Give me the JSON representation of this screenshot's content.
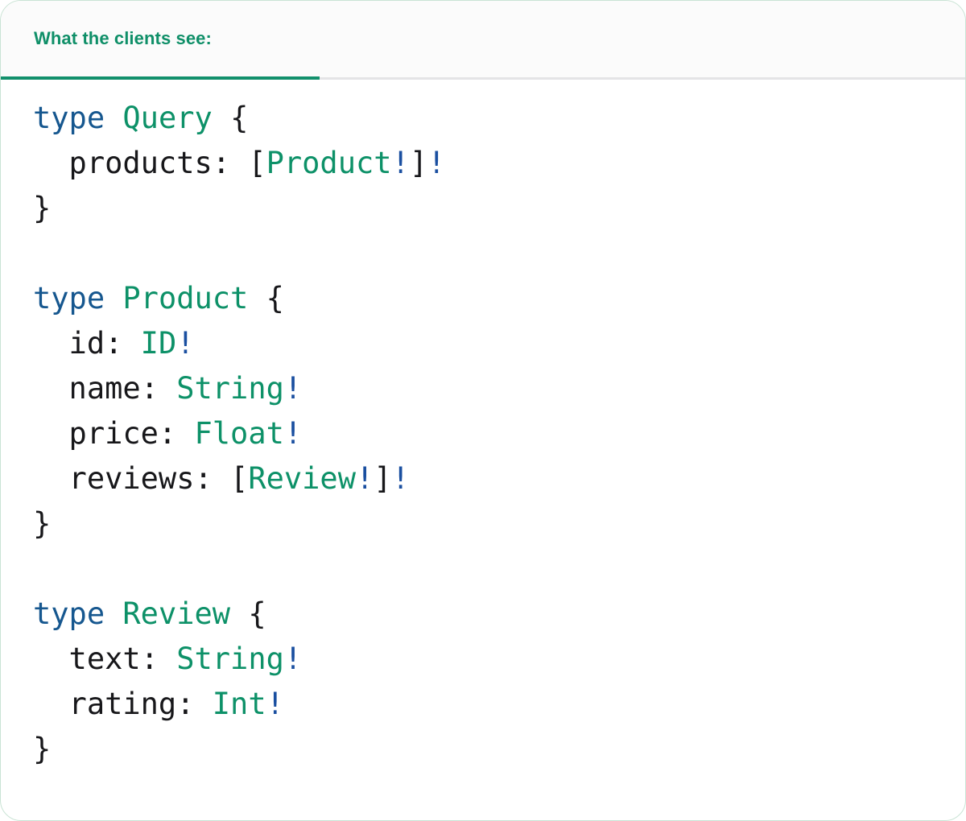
{
  "card": {
    "border_color": "#c9e3d4",
    "background": "#ffffff",
    "corner_radius": "26px"
  },
  "header": {
    "background": "#fbfbfb",
    "divider_color": "#e4e4e6",
    "active_tab": {
      "label": "What the clients see:",
      "underline_color": "#12906c",
      "text_color": "#0f8f68"
    }
  },
  "colors": {
    "keyword": "#16578f",
    "type_name": "#0d9168",
    "field_name": "#17171a",
    "punctuation": "#17171a",
    "non_null": "#1a4fa0"
  },
  "code": {
    "language": "graphql",
    "raw": "type Query {\n  products: [Product!]!\n}\n\ntype Product {\n  id: ID!\n  name: String!\n  price: Float!\n  reviews: [Review!]!\n}\n\ntype Review {\n  text: String!\n  rating: Int!\n}",
    "lines": {
      "l1_kw": "type",
      "l1_name": "Query",
      "l1_brace": "{",
      "l2_field": "  products:",
      "l2_open": "[",
      "l2_type": "Product",
      "l2_bang1": "!",
      "l2_close": "]",
      "l2_bang2": "!",
      "l3_brace": "}",
      "l5_kw": "type",
      "l5_name": "Product",
      "l5_brace": "{",
      "l6_field": "  id:",
      "l6_type": "ID",
      "l6_bang": "!",
      "l7_field": "  name:",
      "l7_type": "String",
      "l7_bang": "!",
      "l8_field": "  price:",
      "l8_type": "Float",
      "l8_bang": "!",
      "l9_field": "  reviews:",
      "l9_open": "[",
      "l9_type": "Review",
      "l9_bang1": "!",
      "l9_close": "]",
      "l9_bang2": "!",
      "l10_brace": "}",
      "l12_kw": "type",
      "l12_name": "Review",
      "l12_brace": "{",
      "l13_field": "  text:",
      "l13_type": "String",
      "l13_bang": "!",
      "l14_field": "  rating:",
      "l14_type": "Int",
      "l14_bang": "!",
      "l15_brace": "}"
    }
  }
}
